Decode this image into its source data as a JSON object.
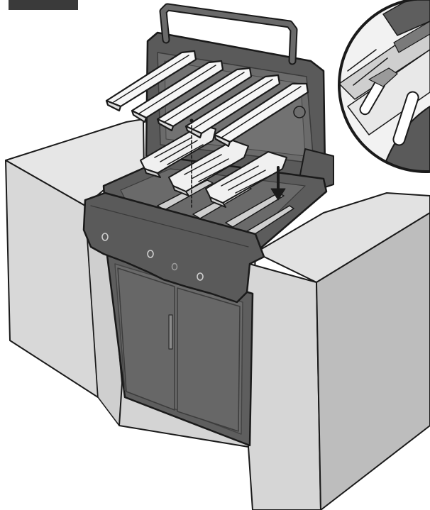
{
  "figure": {
    "parts": [
      "grill-hood",
      "lift-handle",
      "flavorizer-bars",
      "heat-deflectors",
      "burner-tubes",
      "control-knobs",
      "cabinet-doors",
      "outdoor-island-enclosure"
    ],
    "callout": "detail-zoom-circle",
    "indicator": "down-arrow",
    "guide": "dashed-alignment-line",
    "colors": {
      "outline": "#1a1a1a",
      "enclosure_face": "#d6d6d6",
      "enclosure_side": "#bdbdbd",
      "grill_body": "#5a5a5a",
      "bars": "#f4f4f4",
      "header_block": "#3a3a3a"
    }
  }
}
